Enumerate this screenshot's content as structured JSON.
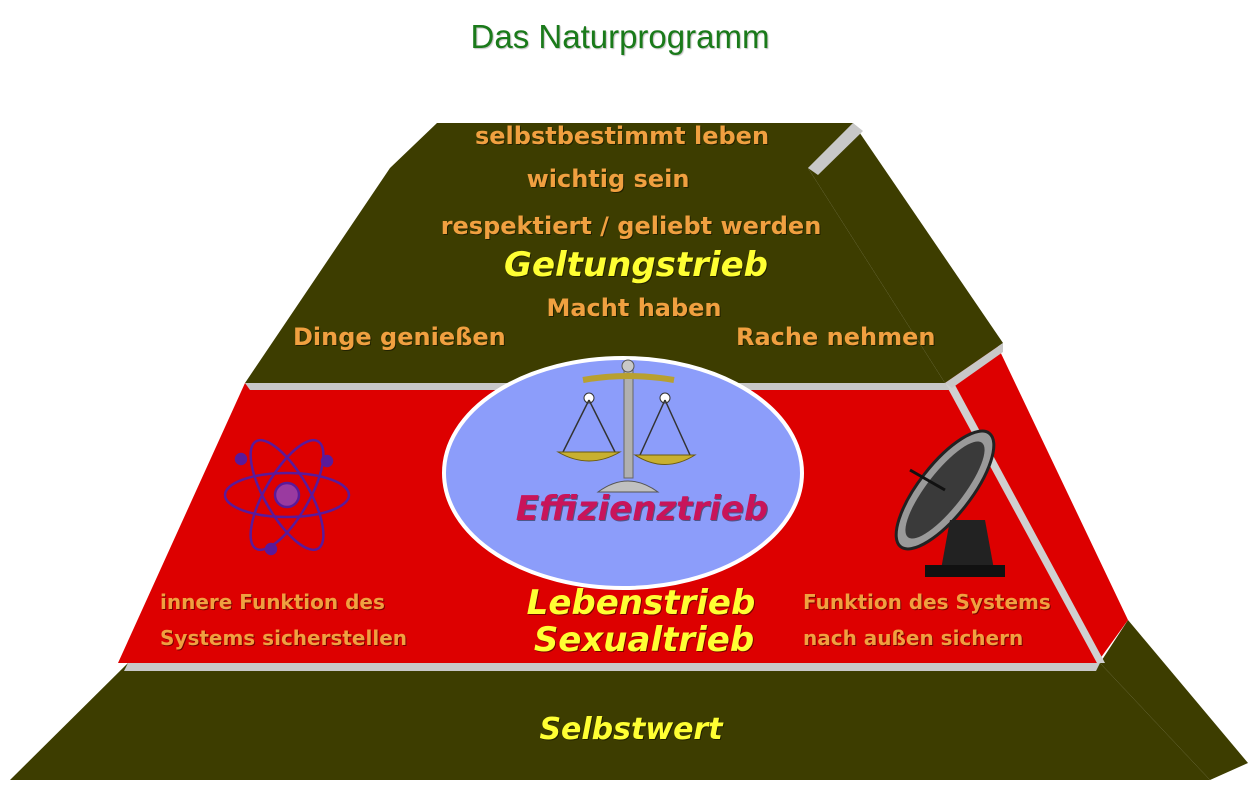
{
  "title": "Das Naturprogramm",
  "top_tier": {
    "items": [
      "selbstbestimmt leben",
      "wichtig sein",
      "respektiert / geliebt werden",
      "Macht haben",
      "Dinge genießen",
      "Rache nehmen"
    ],
    "heading": "Geltungstrieb"
  },
  "middle_tier": {
    "center_label": "Effizienztrieb",
    "left_text": [
      "innere Funktion des",
      "Systems sicherstellen"
    ],
    "right_text": [
      "Funktion des Systems",
      "nach außen sichern"
    ],
    "heading_1": "Lebenstrieb",
    "heading_2": "Sexualtrieb"
  },
  "base_tier": {
    "heading": "Selbstwert"
  },
  "icons": {
    "left": "atom-icon",
    "center": "balance-scale-icon",
    "right": "satellite-dish-icon"
  },
  "colors": {
    "olive": "#3d3d00",
    "red": "#dd0000",
    "oval": "#8c9dfa",
    "label_orange": "#f0a040",
    "heading_yellow": "#ffff33",
    "effizienz_magenta": "#c8145a",
    "title_green": "#1a7a1a"
  }
}
